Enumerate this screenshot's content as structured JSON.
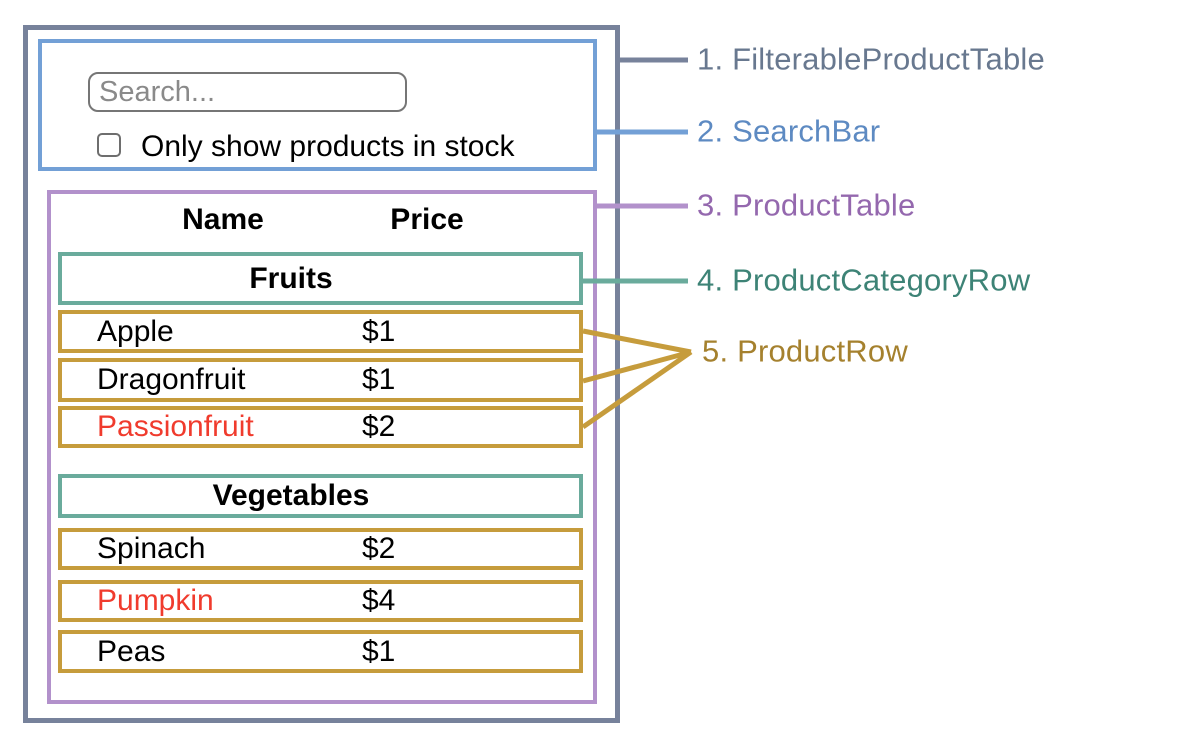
{
  "search_bar": {
    "placeholder": "Search...",
    "value": "",
    "checkbox_label": "Only show products in stock",
    "checkbox_checked": false
  },
  "product_table": {
    "columns": {
      "name": "Name",
      "price": "Price"
    },
    "sections": [
      {
        "category": "Fruits",
        "rows": [
          {
            "name": "Apple",
            "price": "$1",
            "in_stock": true
          },
          {
            "name": "Dragonfruit",
            "price": "$1",
            "in_stock": true
          },
          {
            "name": "Passionfruit",
            "price": "$2",
            "in_stock": false
          }
        ]
      },
      {
        "category": "Vegetables",
        "rows": [
          {
            "name": "Spinach",
            "price": "$2",
            "in_stock": true
          },
          {
            "name": "Pumpkin",
            "price": "$4",
            "in_stock": false
          },
          {
            "name": "Peas",
            "price": "$1",
            "in_stock": true
          }
        ]
      }
    ]
  },
  "legend": {
    "items": [
      {
        "text": "1. FilterableProductTable",
        "color": "#68788F"
      },
      {
        "text": "2. SearchBar",
        "color": "#5D8AC2"
      },
      {
        "text": "3. ProductTable",
        "color": "#9468AE"
      },
      {
        "text": "4. ProductCategoryRow",
        "color": "#3D8376"
      },
      {
        "text": "5. ProductRow",
        "color": "#A5812E"
      }
    ]
  },
  "colors": {
    "filterable_product_table_border": "#77829B",
    "search_bar_border": "#73A0D6",
    "product_table_border": "#B291CB",
    "product_category_row_border": "#6AAB9C",
    "product_row_border": "#C69C3C",
    "out_of_stock_text": "#F03B2D"
  }
}
